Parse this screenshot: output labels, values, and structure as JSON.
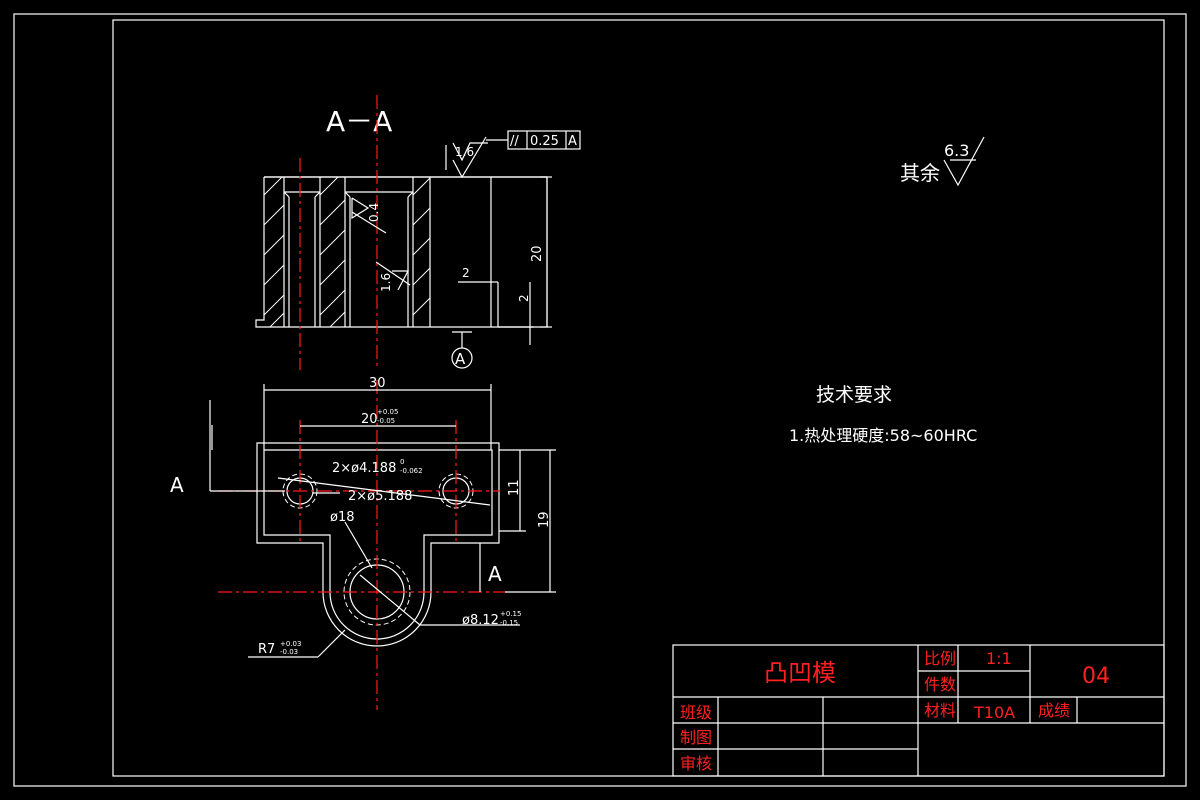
{
  "section_label": "A－A",
  "view_arrow_left": "A",
  "view_arrow_right": "A",
  "datum_label": "A",
  "roughness": {
    "top_face": "1.6",
    "inner_bore": "0.4",
    "inner_side": "1.6",
    "remaining_label": "其余",
    "remaining_value": "6.3"
  },
  "tolerance_frame": {
    "symbol": "//",
    "value": "0.25",
    "datum": "A"
  },
  "dimensions": {
    "height_20": "20",
    "step_2_h": "2",
    "step_2_v": "2",
    "width_30": "30",
    "hole_spacing": "20",
    "hole_spacing_tol_upper": "+0.05",
    "hole_spacing_tol_lower": "-0.05",
    "small_hole": "2×ø4.188",
    "small_hole_tol_upper": "0",
    "small_hole_tol_lower": "-0.062",
    "small_hole_outer": "2×ø5.188",
    "big_hole_outer": "ø18",
    "big_hole": "ø8.12",
    "big_hole_tol_upper": "+0.15",
    "big_hole_tol_lower": "-0.15",
    "height_11": "11",
    "height_19": "19",
    "radius": "R7",
    "radius_tol_upper": "+0.03",
    "radius_tol_lower": "-0.03"
  },
  "tech_requirements": {
    "heading": "技术要求",
    "item1": "1.热处理硬度:58~60HRC"
  },
  "title_block": {
    "part_name": "凸凹模",
    "scale_label": "比例",
    "scale_value": "1:1",
    "quantity_label": "件数",
    "drawing_no": "04",
    "material_label": "材料",
    "material_value": "T10A",
    "grade_label": "成绩",
    "class_label": "班级",
    "drawn_label": "制图",
    "checked_label": "审核"
  },
  "colors": {
    "background": "#000000",
    "line": "#ffffff",
    "center_line": "#ff1a1a",
    "title_text": "#ff2020"
  }
}
